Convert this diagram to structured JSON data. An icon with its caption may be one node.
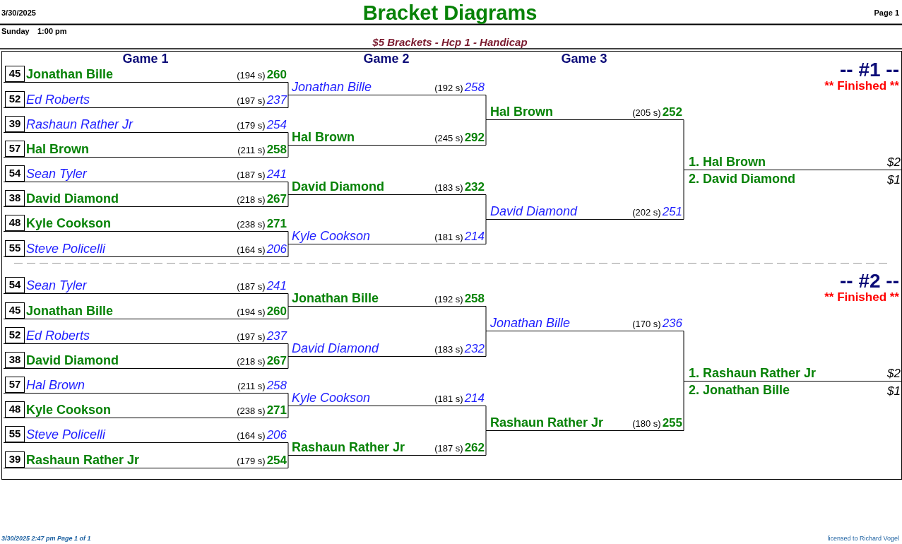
{
  "diagram": {
    "title": "Bracket Diagrams",
    "nodes": [
      {
        "text": [
          "Jonathan Bille",
          "(194 s)",
          "260"
        ]
      },
      {
        "text": [
          "45"
        ],
        "in": 0
      },
      {
        "text": [
          "Ed Roberts",
          "(197 s)",
          "237"
        ]
      },
      {
        "text": [
          "52"
        ],
        "in": 2
      },
      {
        "text": [
          "Rashaun Rather Jr",
          "(179 s)",
          "254"
        ]
      },
      {
        "text": [
          "39"
        ],
        "in": 4
      },
      {
        "text": [
          "Hal Brown",
          "(211 s)",
          "258"
        ]
      },
      {
        "text": [
          "57"
        ],
        "in": 6
      },
      {
        "text": [
          "Sean Tyler",
          "(187 s)",
          "241"
        ]
      },
      {
        "text": [
          "54"
        ],
        "in": 8
      },
      {
        "text": [
          "David Diamond",
          "(218 s)",
          "267"
        ]
      },
      {
        "text": [
          "38"
        ],
        "in": 10
      },
      {
        "text": [
          "Kyle Cookson",
          "(238 s)",
          "271"
        ]
      },
      {
        "text": [
          "48"
        ],
        "in": 12
      },
      {
        "text": [
          "Steve Policelli",
          "(164 s)",
          "206"
        ]
      },
      {
        "text": [
          "55"
        ],
        "in": 14
      },
      {
        "text": [
          "Jonathan Bille",
          "(192 s)",
          "258"
        ]
      },
      {
        "text": [
          "Hal Brown",
          "(245 s)",
          "292"
        ]
      },
      {
        "text": [
          "David Diamond",
          "(183 s)",
          "232"
        ]
      },
      {
        "text": [
          "Kyle Cookson",
          "(181 s)",
          "214"
        ]
      },
      {
        "text": [
          "Hal Brown",
          "(205 s)",
          "252"
        ]
      },
      {
        "text": [
          "David Diamond",
          "(202 s)",
          "251"
        ]
      },
      {
        "text": [
          "1. Hal Brown",
          "$2"
        ]
      },
      {
        "text": [
          "Sean Tyler",
          "(187 s)",
          "241"
        ]
      },
      {
        "text": [
          "54"
        ],
        "in": 23
      },
      {
        "text": [
          "Jonathan Bille",
          "(194 s)",
          "260"
        ]
      },
      {
        "text": [
          "45"
        ],
        "in": 25
      },
      {
        "text": [
          "Ed Roberts",
          "(197 s)",
          "237"
        ]
      },
      {
        "text": [
          "52"
        ],
        "in": 27
      },
      {
        "text": [
          "David Diamond",
          "(218 s)",
          "267"
        ]
      },
      {
        "text": [
          "38"
        ],
        "in": 29
      },
      {
        "text": [
          "Hal Brown",
          "(211 s)",
          "258"
        ]
      },
      {
        "text": [
          "57"
        ],
        "in": 31
      },
      {
        "text": [
          "Kyle Cookson",
          "(238 s)",
          "271"
        ]
      },
      {
        "text": [
          "48"
        ],
        "in": 33
      },
      {
        "text": [
          "Steve Policelli",
          "(164 s)",
          "206"
        ]
      },
      {
        "text": [
          "55"
        ],
        "in": 35
      },
      {
        "text": [
          "Rashaun Rather Jr",
          "(179 s)",
          "254"
        ]
      },
      {
        "text": [
          "39"
        ],
        "in": 37
      },
      {
        "text": [
          "Jonathan Bille",
          "(192 s)",
          "258"
        ]
      },
      {
        "text": [
          "David Diamond",
          "(183 s)",
          "232"
        ]
      },
      {
        "text": [
          "Kyle Cookson",
          "(181 s)",
          "214"
        ]
      },
      {
        "text": [
          "Rashaun Rather Jr",
          "(187 s)",
          "262"
        ]
      },
      {
        "text": [
          "Jonathan Bille",
          "(170 s)",
          "236"
        ]
      },
      {
        "text": [
          "Rashaun Rather Jr",
          "(180 s)",
          "255"
        ]
      },
      {
        "text": [
          "1. Rashaun Rather Jr",
          "$2"
        ]
      }
    ],
    "edges": [
      {
        "from": 0,
        "to": 16,
        "arrow": "none"
      },
      {
        "from": 2,
        "to": 16,
        "arrow": "none"
      },
      {
        "from": 4,
        "to": 17,
        "arrow": "none"
      },
      {
        "from": 6,
        "to": 17,
        "arrow": "none"
      },
      {
        "from": 8,
        "to": 18,
        "arrow": "none"
      },
      {
        "from": 10,
        "to": 18,
        "arrow": "none"
      },
      {
        "from": 12,
        "to": 19,
        "arrow": "none"
      },
      {
        "from": 14,
        "to": 19,
        "arrow": "none"
      },
      {
        "from": 16,
        "to": 20,
        "arrow": "none"
      },
      {
        "from": 17,
        "to": 20,
        "arrow": "none"
      },
      {
        "from": 18,
        "to": 21,
        "arrow": "none"
      },
      {
        "from": 19,
        "to": 21,
        "arrow": "none"
      },
      {
        "from": 20,
        "to": 22,
        "arrow": "none"
      },
      {
        "from": 21,
        "to": 22,
        "arrow": "none"
      },
      {
        "from": 23,
        "to": 39,
        "arrow": "none"
      },
      {
        "from": 25,
        "to": 39,
        "arrow": "none"
      },
      {
        "from": 27,
        "to": 40,
        "arrow": "none"
      },
      {
        "from": 29,
        "to": 40,
        "arrow": "none"
      },
      {
        "from": 31,
        "to": 41,
        "arrow": "none"
      },
      {
        "from": 33,
        "to": 41,
        "arrow": "none"
      },
      {
        "from": 35,
        "to": 42,
        "arrow": "none"
      },
      {
        "from": 37,
        "to": 42,
        "arrow": "none"
      },
      {
        "from": 39,
        "to": 43,
        "arrow": "none"
      },
      {
        "from": 40,
        "to": 43,
        "arrow": "none"
      },
      {
        "from": 41,
        "to": 44,
        "arrow": "none"
      },
      {
        "from": 42,
        "to": 44,
        "arrow": "none"
      },
      {
        "from": 43,
        "to": 45,
        "arrow": "none"
      },
      {
        "from": 44,
        "to": 45,
        "arrow": "none"
      }
    ],
    "labels": [
      "3/30/2025",
      "Page 1",
      "Sunday",
      "1:00 pm",
      "$5 Brackets - Hcp 1 - Handicap",
      "Game 1",
      "Game 2",
      "Game 3",
      "-- #1 --",
      "** Finished **",
      "2. David Diamond",
      "$1",
      "-- #2 --",
      "** Finished **",
      "2. Jonathan Bille",
      "$1",
      "3/30/2025 2:47 pm Page 1 of 1",
      "licensed to Richard Vogel"
    ]
  }
}
